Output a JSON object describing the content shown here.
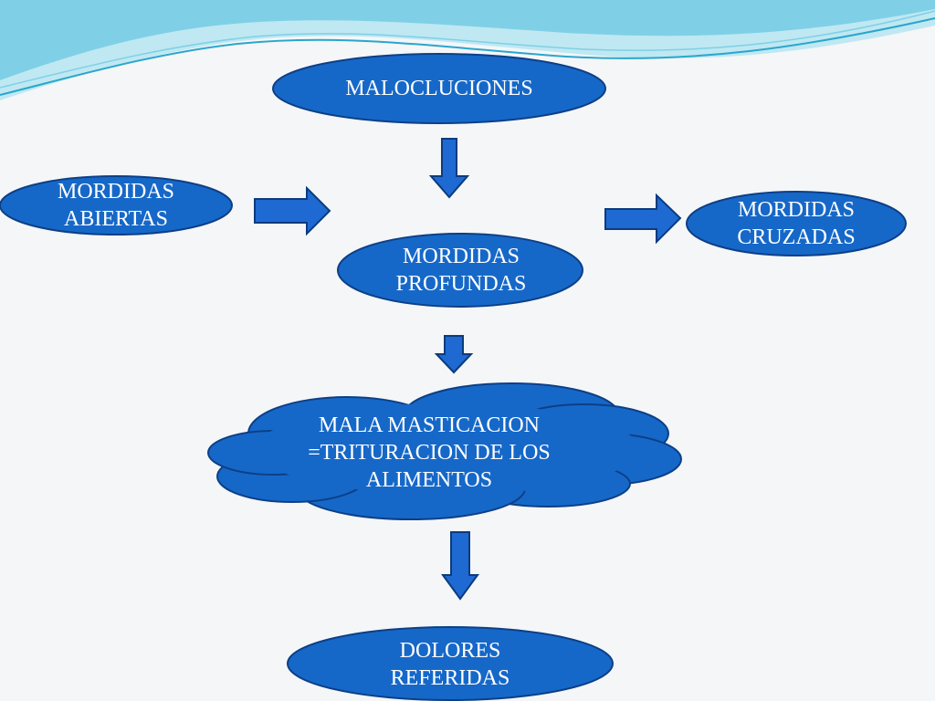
{
  "colors": {
    "node_fill": "#1668c8",
    "node_stroke": "#0d3f86",
    "arrow_fill": "#1e6ad2",
    "arrow_stroke": "#0c3b7d",
    "wave_light": "#bfe8f2",
    "wave_mid": "#7fd0e6",
    "wave_dark": "#2aa6cc"
  },
  "nodes": {
    "maloclusiones": "MALOCLUCIONES",
    "mordidas_abiertas": "MORDIDAS\nABIERTAS",
    "mordidas_cruzadas": "MORDIDAS\nCRUZADAS",
    "mordidas_profundas": "MORDIDAS\nPROFUNDAS",
    "mala_masticacion": "MALA MASTICACION\n=TRITURACION DE LOS\nALIMENTOS",
    "dolores_referidas": "DOLORES\nREFERIDAS"
  },
  "edges": [
    {
      "from": "maloclusiones",
      "to": "mordidas_profundas",
      "direction": "down"
    },
    {
      "from": "mordidas_abiertas",
      "to": "mordidas_profundas",
      "direction": "right"
    },
    {
      "from": "mordidas_profundas",
      "to": "mordidas_cruzadas",
      "direction": "right"
    },
    {
      "from": "mordidas_profundas",
      "to": "mala_masticacion",
      "direction": "down"
    },
    {
      "from": "mala_masticacion",
      "to": "dolores_referidas",
      "direction": "down"
    }
  ]
}
